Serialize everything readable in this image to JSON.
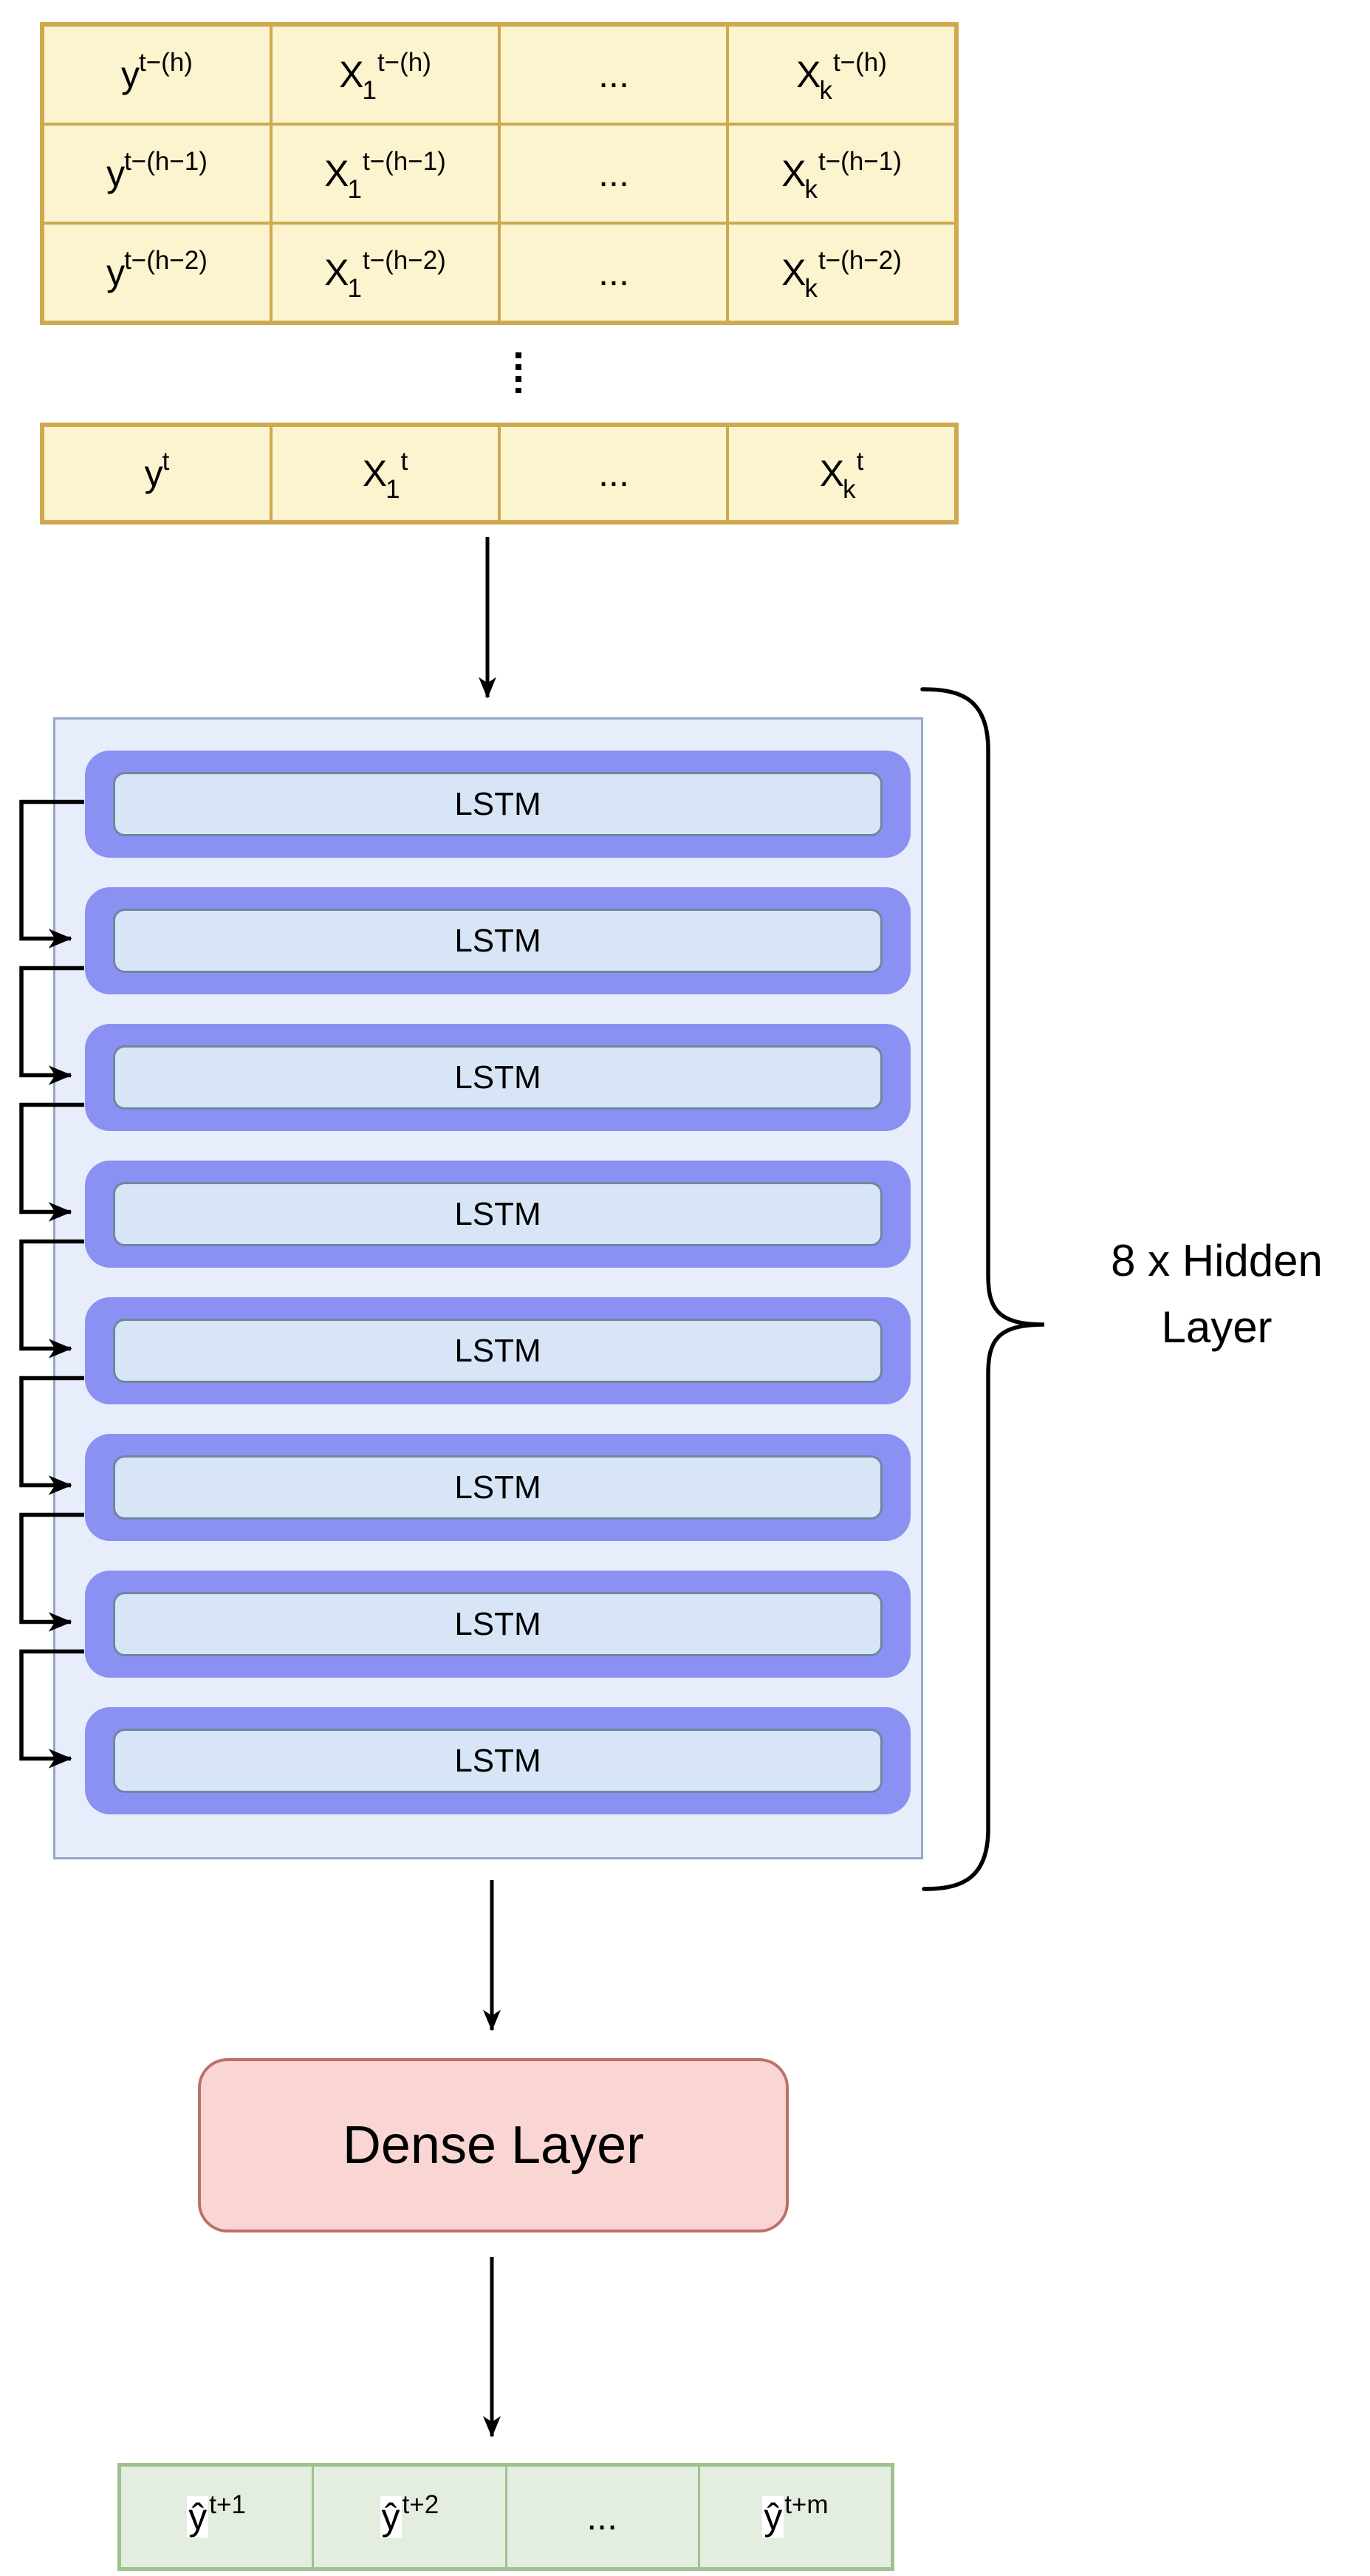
{
  "colors": {
    "input_cell_fill": "#FCF3CF",
    "input_cell_border": "#CFA94F",
    "container_fill": "#E7EDFB",
    "container_border": "#96A5C8",
    "lstm_outer": "#8A91F2",
    "lstm_inner_fill": "#D8E5F7",
    "lstm_inner_border": "#6E87A0",
    "dense_fill": "#F9D6D3",
    "dense_border": "#BE6F6B",
    "output_cell_fill": "#E3EEE0",
    "output_cell_border": "#9DC28D",
    "line_color": "#000000"
  },
  "input_table": {
    "rows": [
      [
        {
          "base": "y",
          "sub": "",
          "sup": "t−(h)"
        },
        {
          "base": "X",
          "sub": "1",
          "sup": "t−(h)"
        },
        {
          "base": "...",
          "sub": "",
          "sup": ""
        },
        {
          "base": "X",
          "sub": "k",
          "sup": "t−(h)"
        }
      ],
      [
        {
          "base": "y",
          "sub": "",
          "sup": "t−(h−1)"
        },
        {
          "base": "X",
          "sub": "1",
          "sup": "t−(h−1)"
        },
        {
          "base": "...",
          "sub": "",
          "sup": ""
        },
        {
          "base": "X",
          "sub": "k",
          "sup": "t−(h−1)"
        }
      ],
      [
        {
          "base": "y",
          "sub": "",
          "sup": "t−(h−2)"
        },
        {
          "base": "X",
          "sub": "1",
          "sup": "t−(h−2)"
        },
        {
          "base": "...",
          "sub": "",
          "sup": ""
        },
        {
          "base": "X",
          "sub": "k",
          "sup": "t−(h−2)"
        }
      ]
    ]
  },
  "current_row": {
    "cells": [
      {
        "base": "y",
        "sub": "",
        "sup": "t"
      },
      {
        "base": "X",
        "sub": "1",
        "sup": "t"
      },
      {
        "base": "...",
        "sub": "",
        "sup": ""
      },
      {
        "base": "X",
        "sub": "k",
        "sup": "t"
      }
    ]
  },
  "hidden_layers": {
    "count": "8",
    "blocks": [
      "LSTM",
      "LSTM",
      "LSTM",
      "LSTM",
      "LSTM",
      "LSTM",
      "LSTM",
      "LSTM"
    ],
    "brace_label_line1": "8 x Hidden",
    "brace_label_line2": "Layer"
  },
  "dense": {
    "label": "Dense Layer"
  },
  "output_table": {
    "cells": [
      {
        "base": "ŷ",
        "sub": "",
        "sup": "t+1"
      },
      {
        "base": "ŷ",
        "sub": "",
        "sup": "t+2"
      },
      {
        "base": "...",
        "sub": "",
        "sup": ""
      },
      {
        "base": "ŷ",
        "sub": "",
        "sup": "t+m"
      }
    ]
  }
}
